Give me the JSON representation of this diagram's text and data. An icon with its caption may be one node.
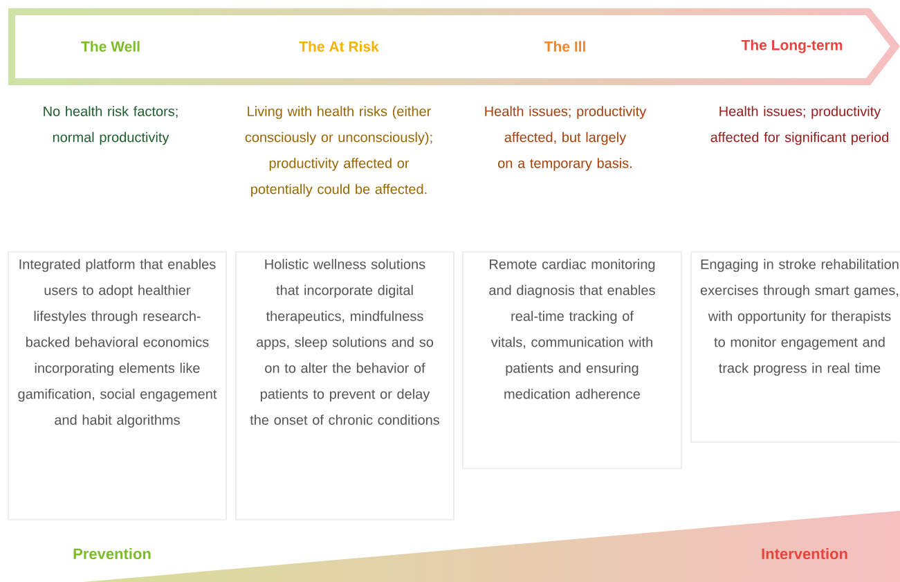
{
  "diagram": {
    "nodes": [
      {
        "text": [
          "The Well",
          "The At Risk",
          "The Ill",
          "The Long-term"
        ]
      },
      {
        "text": [
          "Integrated platform that enables users to adopt healthier lifestyles through research-backed behavioral economics incorporating elements like gamification, social engagement and habit algorithms"
        ]
      },
      {
        "text": [
          "Holistic wellness solutions that incorporate digital therapeutics, mindfulness apps, sleep solutions and so on to alter the behavior of patients to prevent or delay the onset of chronic conditions"
        ]
      },
      {
        "text": [
          "Remote cardiac monitoring and diagnosis that enables real-time tracking of vitals, communication with patients and ensuring medication adherence"
        ]
      },
      {
        "text": [
          "Engaging in stroke rehabilitation exercises through smart games, with opportunity for therapists to monitor engagement and track progress in real time"
        ]
      }
    ],
    "labels": [
      "No health risk factors; normal productivity",
      "Living with health risks (either consciously or unconsciously); productivity affected or potentially could be affected.",
      "Health issues; productivity affected, but largely on a temporary basis.",
      "Health issues; productivity affected for significant period",
      "Prevention",
      "Intervention"
    ]
  }
}
